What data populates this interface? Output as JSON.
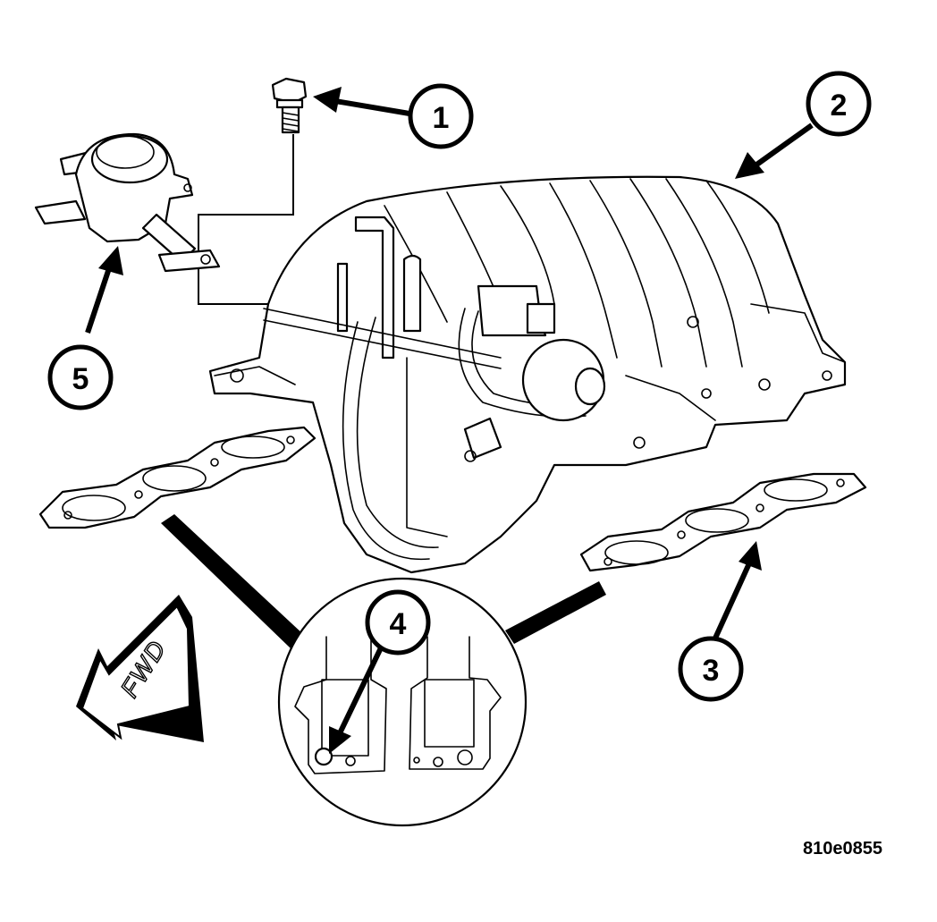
{
  "callouts": [
    {
      "id": "1",
      "label": "1"
    },
    {
      "id": "2",
      "label": "2"
    },
    {
      "id": "3",
      "label": "3"
    },
    {
      "id": "4",
      "label": "4"
    },
    {
      "id": "5",
      "label": "5"
    }
  ],
  "direction_label": "FWD",
  "figure_code": "810e0855"
}
